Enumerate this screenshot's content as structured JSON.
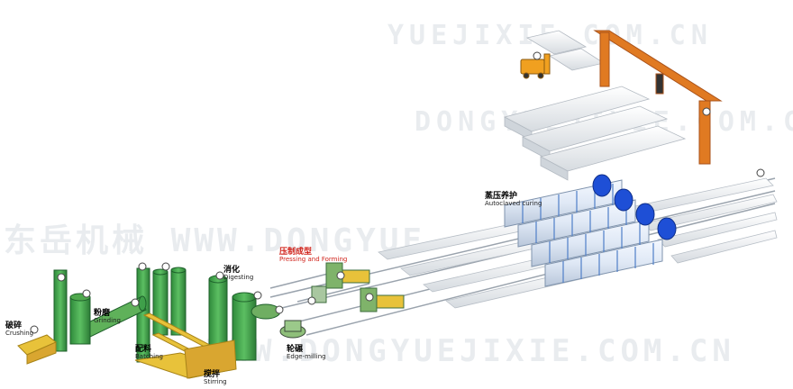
{
  "watermarks": {
    "chinese_url": "东岳机械 WWW.DONGYUE",
    "bottom_url": "WWW.DONGYUEJIXIE.COM.CN",
    "mid_url": "DONGYUEJIXIE.COM.CN",
    "top_url": "YUEJIXIE.COM.CN"
  },
  "steps": {
    "crushing": {
      "cn": "破碎",
      "en": "Crushing"
    },
    "grinding": {
      "cn": "粉磨",
      "en": "Grinding"
    },
    "batching": {
      "cn": "配料",
      "en": "Batching"
    },
    "stirring": {
      "cn": "搅拌",
      "en": "Stirring"
    },
    "digesting": {
      "cn": "消化",
      "en": "Digesting"
    },
    "edge_milling": {
      "cn": "轮碾",
      "en": "Edge-milling"
    },
    "pressing": {
      "cn": "压制成型",
      "en": "Pressing and Forming"
    },
    "curing": {
      "cn": "蒸压养护",
      "en": "Autoclaved curing"
    }
  },
  "colors": {
    "silo_green": "#3f9f4a",
    "frame_yellow": "#e8c23a",
    "gantry_orange": "#e07a22",
    "autoclave_blue": "#1e4fd6",
    "brick_white": "#ffffff",
    "rail_gray": "#9aa3ad"
  },
  "icons": [
    "marker-dot-icon"
  ]
}
